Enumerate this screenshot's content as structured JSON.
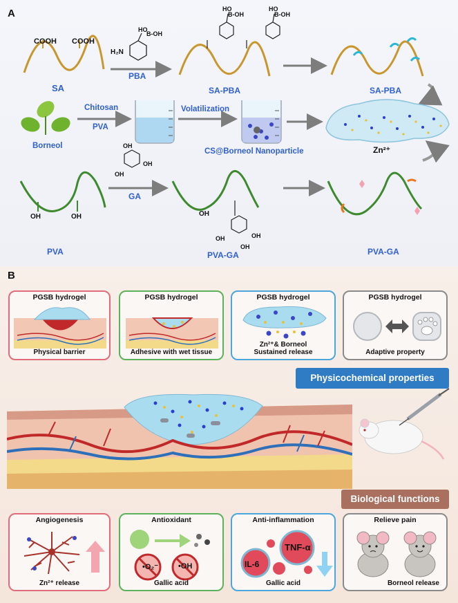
{
  "panel_a": {
    "letter": "A",
    "sa_label": "SA",
    "cooh_1": "COOH",
    "cooh_2": "COOH",
    "pba_label": "PBA",
    "h2n": "H₂N",
    "boh": "B-OH",
    "ho": "HO",
    "sa_pba_label": "SA-PBA",
    "sa_pba_label_2": "SA-PBA",
    "borneol_label": "Borneol",
    "chitosan_label": "Chitosan",
    "pva_small": "PVA",
    "volatilization_label": "Volatilization",
    "nanoparticle_label": "CS@Borneol Nanoparticle",
    "zn_label": "Zn²⁺",
    "ga_label": "GA",
    "oh": "OH",
    "pva_label": "PVA",
    "pva_ga_label": "PVA-GA",
    "pva_ga_label_2": "PVA-GA"
  },
  "panel_b": {
    "letter": "B",
    "cards": [
      {
        "title": "PGSB hydrogel",
        "caption": "Physical barrier",
        "color": "#e06b7a"
      },
      {
        "title": "PGSB hydrogel",
        "caption": "Adhesive with wet tissue",
        "color": "#5bb25b"
      },
      {
        "title": "PGSB hydrogel",
        "caption": "Zn²⁺& Borneol",
        "caption2": "Sustained release",
        "color": "#4aa6dc"
      },
      {
        "title": "PGSB hydrogel",
        "caption": "Adaptive property",
        "color": "#8a8a8a"
      }
    ],
    "banner_physico": "Physicochemical properties",
    "banner_bio": "Biological functions",
    "functions": [
      {
        "title": "Angiogenesis",
        "caption": "Zn²⁺ release",
        "color": "#e06b7a"
      },
      {
        "title": "Antioxidant",
        "caption": "Gallic acid",
        "o2": "O₂⁻",
        "oh": "OH",
        "color": "#5bb25b"
      },
      {
        "title": "Anti-inflammation",
        "caption": "Gallic acid",
        "tnf": "TNF-α",
        "il6": "IL-6",
        "color": "#4aa6dc"
      },
      {
        "title": "Relieve pain",
        "caption": "Borneol release",
        "color": "#8a8a8a"
      }
    ],
    "colors": {
      "banner_blue": "#2f7cc4",
      "banner_brown": "#a97060",
      "vessel_red": "#c0282a",
      "vessel_blue": "#2d6fb8",
      "gel": "#a9dcef"
    }
  }
}
